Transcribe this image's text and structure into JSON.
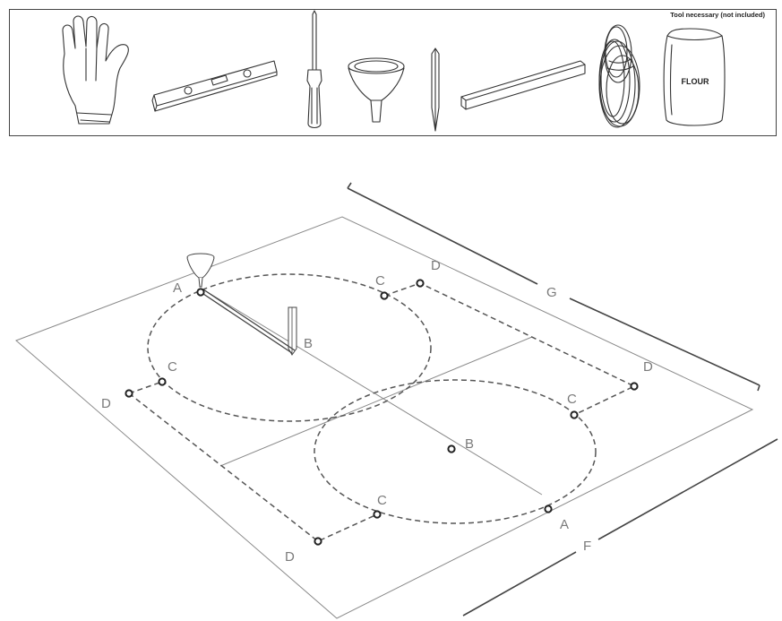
{
  "tools": {
    "caption": "Tool necessary (not included)",
    "items": [
      {
        "icon": "glove-icon"
      },
      {
        "icon": "spirit-level-icon"
      },
      {
        "icon": "screwdriver-icon"
      },
      {
        "icon": "funnel-icon"
      },
      {
        "icon": "stake-icon"
      },
      {
        "icon": "wooden-batten-icon"
      },
      {
        "icon": "rope-coil-icon"
      },
      {
        "icon": "flour-bag-icon",
        "label": "FLOUR"
      }
    ]
  },
  "diagram": {
    "labels": {
      "a": "A",
      "b": "B",
      "c": "C",
      "d": "D",
      "f": "F",
      "g": "G"
    }
  }
}
